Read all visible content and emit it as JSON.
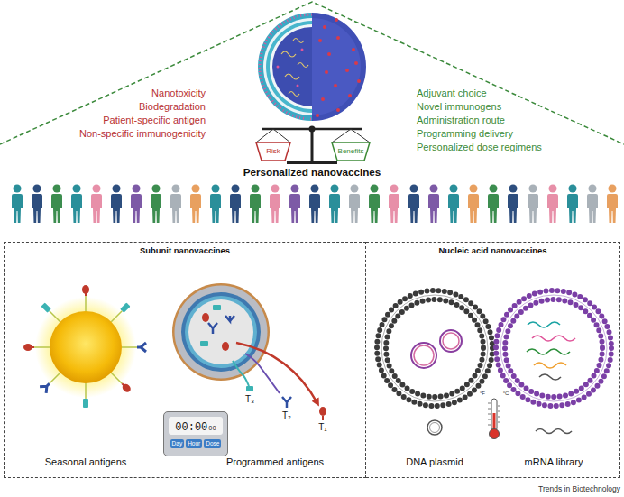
{
  "diagram": {
    "nodes": [
      {
        "text": [
          "Personalized nanovaccines"
        ]
      },
      {
        "text": [
          "Subunit nanovaccines"
        ]
      },
      {
        "text": [
          "Nucleic acid nanovaccines"
        ]
      },
      {
        "text": [
          "00:00",
          "00",
          "Day",
          "Hour",
          "Dose"
        ],
        "in": 1
      }
    ],
    "labels": [
      "Nanotoxicity",
      "Biodegradation",
      "Patient-specific antigen",
      "Non-specific immunogenicity",
      "Adjuvant choice",
      "Novel immunogens",
      "Administration route",
      "Programming delivery",
      "Personalized dose regimens",
      "Risk",
      "Benefits",
      "Seasonal antigens",
      "Programmed antigens",
      "T₃",
      "T₂",
      "T₁",
      "DNA plasmid",
      "mRNA library",
      "°F",
      "°C",
      "Trends in Biotechnology"
    ]
  }
}
